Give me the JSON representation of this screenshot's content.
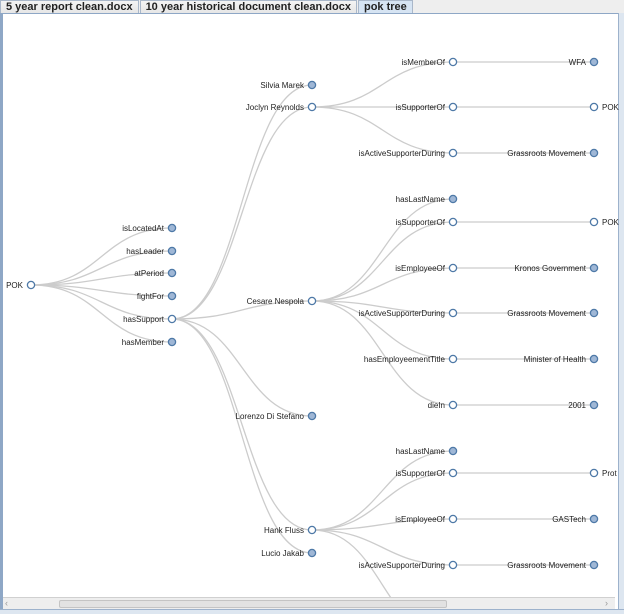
{
  "tabs": [
    {
      "label": "5 year report clean.docx",
      "active": false
    },
    {
      "label": "10 year historical document clean.docx",
      "active": false
    },
    {
      "label": "pok tree",
      "active": true
    }
  ],
  "colors": {
    "link": "#cccccc",
    "node_stroke": "#4e79a7",
    "node_filled": "#9fb7d6",
    "node_open": "#ffffff"
  },
  "tree": {
    "root": {
      "id": "pok",
      "label": "POK",
      "collapsed": false
    },
    "nodes": [
      {
        "id": "isLocatedAt",
        "label": "isLocatedAt",
        "parent": "pok",
        "collapsed": true
      },
      {
        "id": "hasLeader",
        "label": "hasLeader",
        "parent": "pok",
        "collapsed": true
      },
      {
        "id": "atPeriod",
        "label": "atPeriod",
        "parent": "pok",
        "collapsed": true
      },
      {
        "id": "fightFor",
        "label": "fightFor",
        "parent": "pok",
        "collapsed": true
      },
      {
        "id": "hasSupport",
        "label": "hasSupport",
        "parent": "pok",
        "collapsed": false
      },
      {
        "id": "hasMember",
        "label": "hasMember",
        "parent": "pok",
        "collapsed": true
      },
      {
        "id": "silvia",
        "label": "Silvia Marek",
        "parent": "hasSupport",
        "collapsed": true
      },
      {
        "id": "joclyn",
        "label": "Joclyn Reynolds",
        "parent": "hasSupport",
        "collapsed": false
      },
      {
        "id": "cesare",
        "label": "Cesare Nespola",
        "parent": "hasSupport",
        "collapsed": false
      },
      {
        "id": "lorenzo",
        "label": "Lorenzo Di Stefano",
        "parent": "hasSupport",
        "collapsed": true
      },
      {
        "id": "hank",
        "label": "Hank Fluss",
        "parent": "hasSupport",
        "collapsed": false
      },
      {
        "id": "lucio",
        "label": "Lucio Jakab",
        "parent": "hasSupport",
        "collapsed": true
      },
      {
        "id": "j_member",
        "label": "isMemberOf",
        "parent": "joclyn",
        "collapsed": false
      },
      {
        "id": "j_supp",
        "label": "isSupporterOf",
        "parent": "joclyn",
        "collapsed": false
      },
      {
        "id": "j_active",
        "label": "isActiveSupporterDuring",
        "parent": "joclyn",
        "collapsed": false
      },
      {
        "id": "j_member_v",
        "label": "WFA",
        "parent": "j_member",
        "collapsed": true
      },
      {
        "id": "j_supp_v",
        "label": "POK",
        "parent": "j_supp",
        "collapsed": false,
        "label_side": "right"
      },
      {
        "id": "j_active_v",
        "label": "Grassroots Movement",
        "parent": "j_active",
        "collapsed": true
      },
      {
        "id": "c_last",
        "label": "hasLastName",
        "parent": "cesare",
        "collapsed": true
      },
      {
        "id": "c_supp",
        "label": "isSupporterOf",
        "parent": "cesare",
        "collapsed": false
      },
      {
        "id": "c_emp",
        "label": "isEmployeeOf",
        "parent": "cesare",
        "collapsed": false
      },
      {
        "id": "c_active",
        "label": "isActiveSupporterDuring",
        "parent": "cesare",
        "collapsed": false
      },
      {
        "id": "c_title",
        "label": "hasEmployeementTitle",
        "parent": "cesare",
        "collapsed": false
      },
      {
        "id": "c_died",
        "label": "dieIn",
        "parent": "cesare",
        "collapsed": false
      },
      {
        "id": "c_supp_v",
        "label": "POK",
        "parent": "c_supp",
        "collapsed": false,
        "label_side": "right"
      },
      {
        "id": "c_emp_v",
        "label": "Kronos Government",
        "parent": "c_emp",
        "collapsed": true
      },
      {
        "id": "c_active_v",
        "label": "Grassroots Movement",
        "parent": "c_active",
        "collapsed": true
      },
      {
        "id": "c_title_v",
        "label": "Minister of Health",
        "parent": "c_title",
        "collapsed": true
      },
      {
        "id": "c_died_v",
        "label": "2001",
        "parent": "c_died",
        "collapsed": true
      },
      {
        "id": "h_last",
        "label": "hasLastName",
        "parent": "hank",
        "collapsed": true
      },
      {
        "id": "h_supp",
        "label": "isSupporterOf",
        "parent": "hank",
        "collapsed": false
      },
      {
        "id": "h_emp",
        "label": "isEmployeeOf",
        "parent": "hank",
        "collapsed": false
      },
      {
        "id": "h_active",
        "label": "isActiveSupporterDuring",
        "parent": "hank",
        "collapsed": false
      },
      {
        "id": "h_more",
        "label": "",
        "parent": "hank",
        "collapsed": false,
        "offscreen": true
      },
      {
        "id": "h_supp_v",
        "label": "Prot",
        "parent": "h_supp",
        "collapsed": false,
        "label_side": "right"
      },
      {
        "id": "h_emp_v",
        "label": "GASTech",
        "parent": "h_emp",
        "collapsed": true
      },
      {
        "id": "h_active_v",
        "label": "Grassroots Movement",
        "parent": "h_active",
        "collapsed": true
      }
    ]
  },
  "scrollbar": {
    "left_arrow": "‹",
    "right_arrow": "›"
  }
}
